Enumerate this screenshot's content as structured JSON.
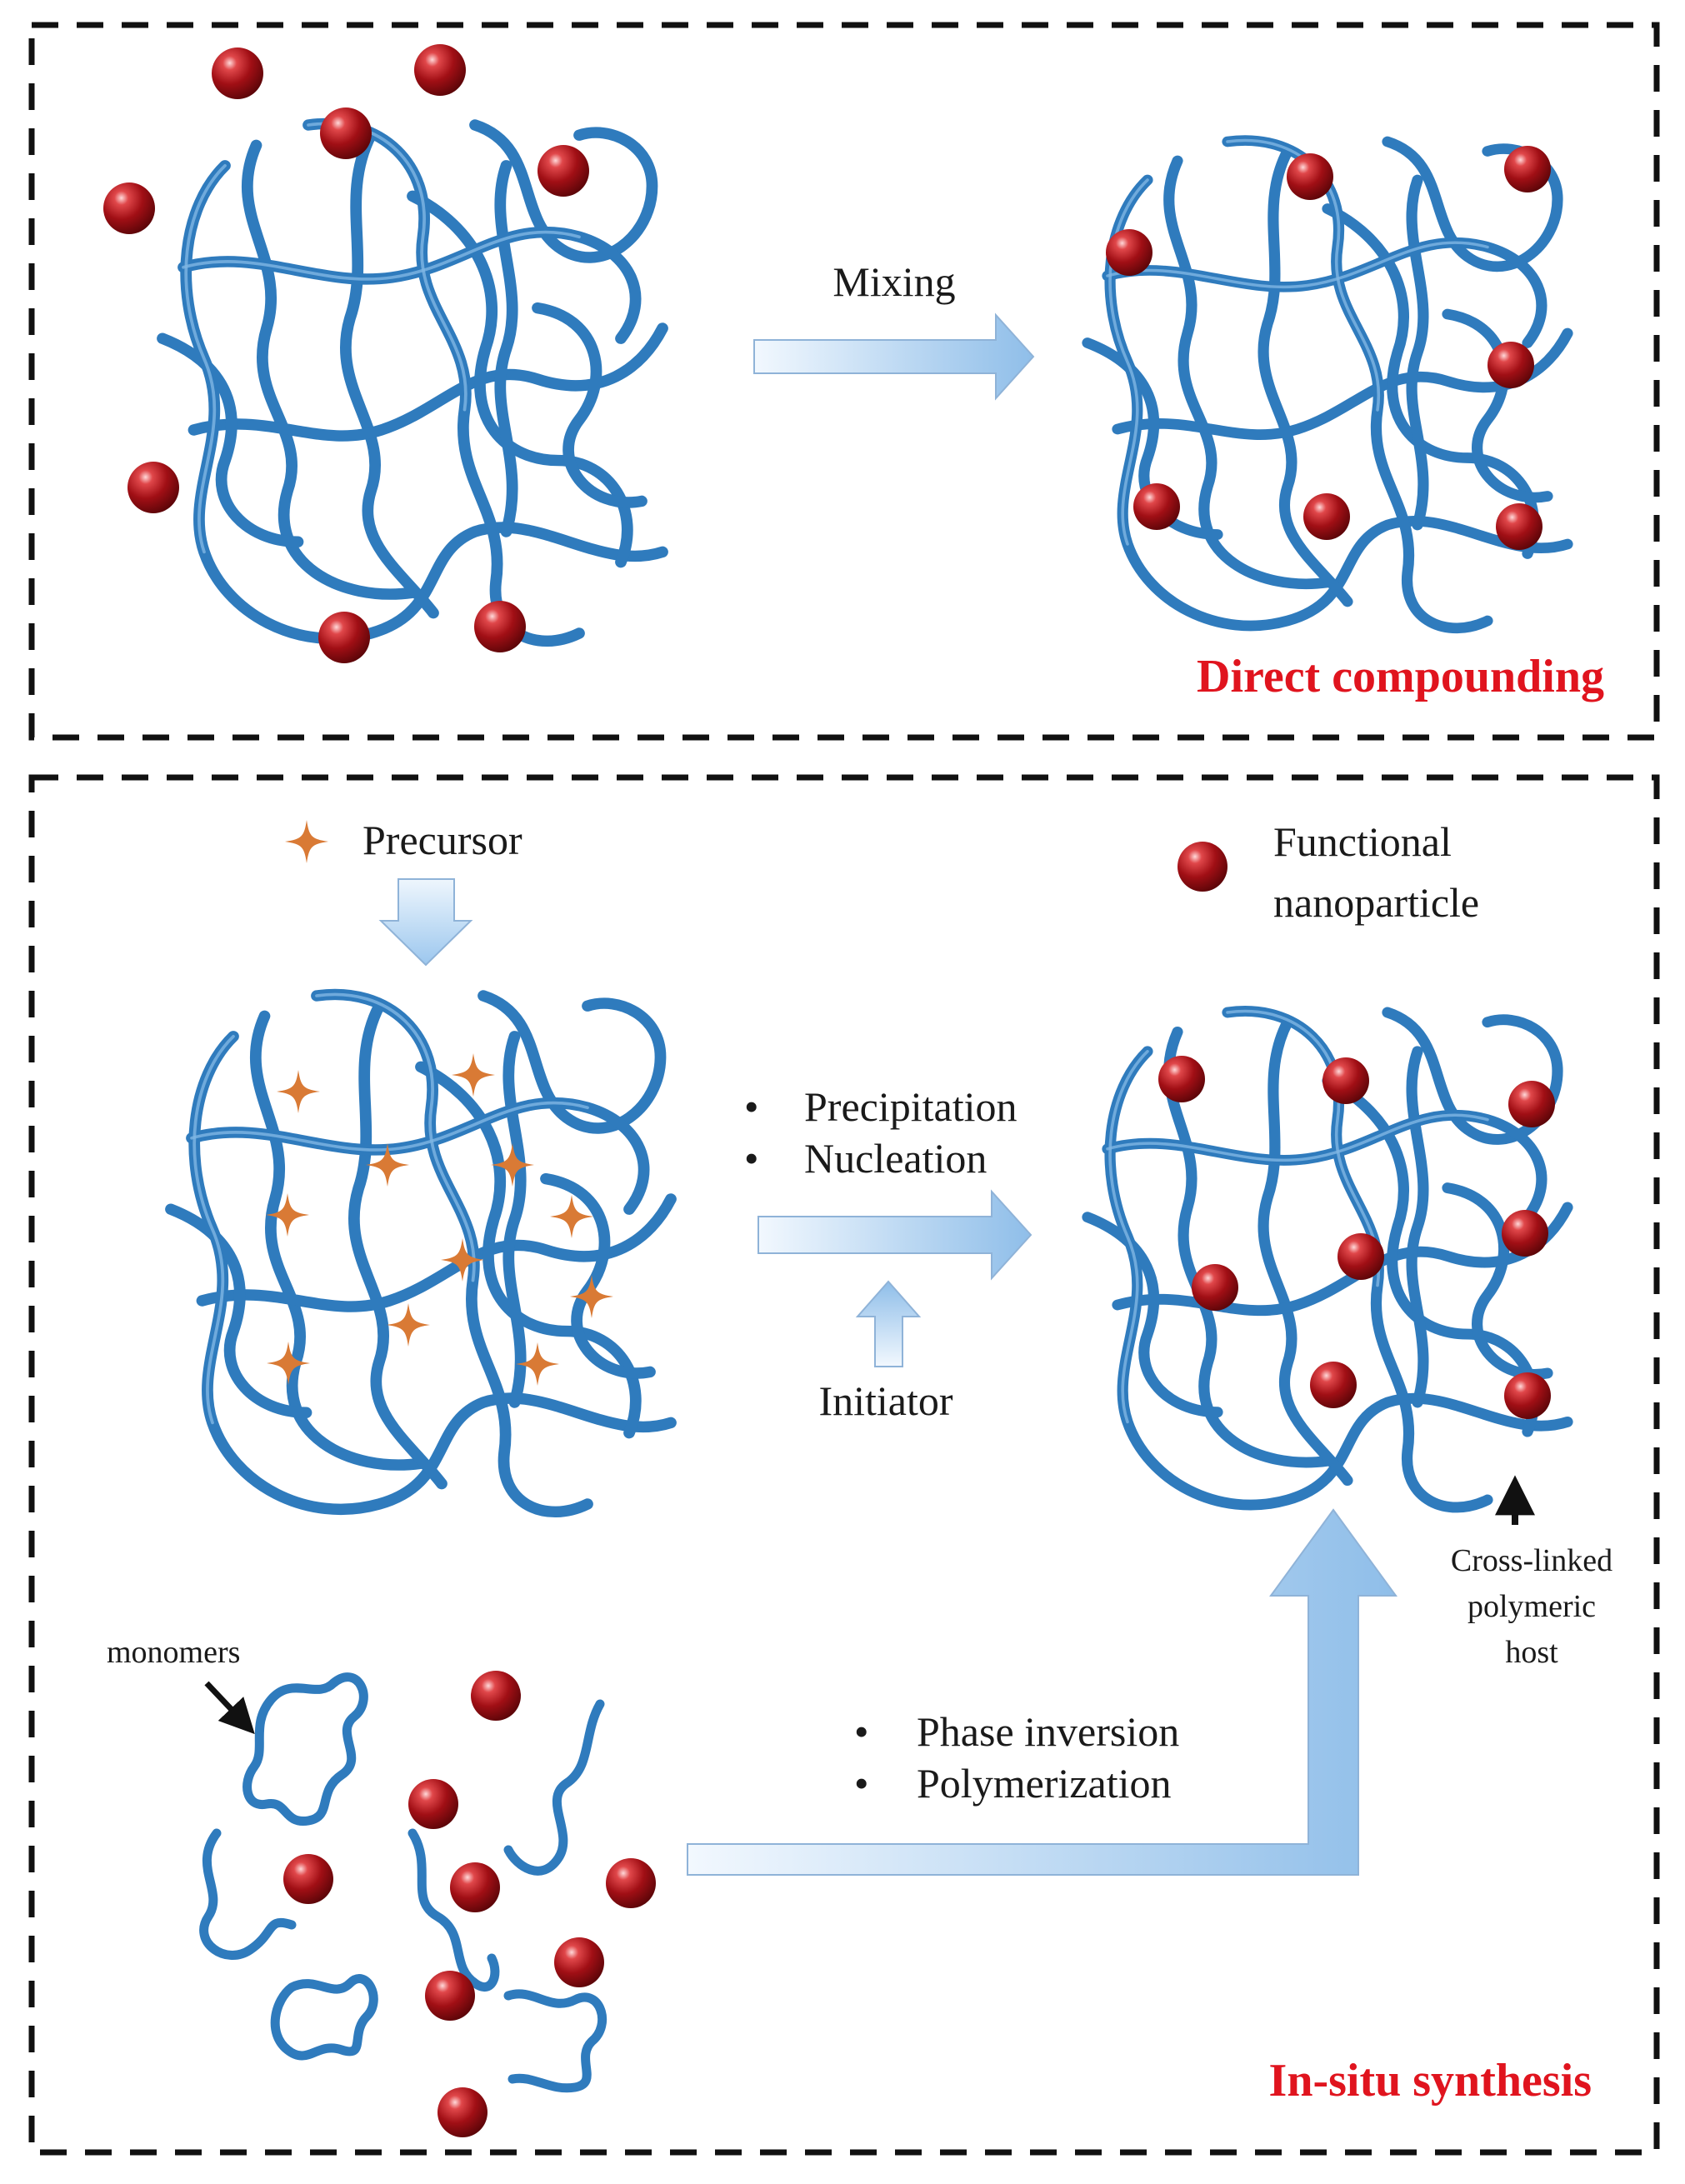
{
  "panels": {
    "top": {
      "title": "Direct compounding",
      "arrow_label": "Mixing"
    },
    "bottom": {
      "title": "In-situ synthesis",
      "legend": {
        "precursor": "Precursor",
        "nanoparticle_line1": "Functional",
        "nanoparticle_line2": "nanoparticle"
      },
      "process_bullets": [
        "Precipitation",
        "Nucleation"
      ],
      "initiator": "Initiator",
      "polymer_bullets": [
        "Phase inversion",
        "Polymerization"
      ],
      "monomers": "monomers",
      "host_line1": "Cross-linked",
      "host_line2": "polymeric",
      "host_line3": "host"
    }
  },
  "colors": {
    "polymer_chain": "#2f7bbd",
    "nanoparticle": "#9e0d12",
    "precursor_star": "#d97a35",
    "arrow_fill": "#a9cdf0",
    "title_red": "#e0141e",
    "frame": "#111111"
  }
}
